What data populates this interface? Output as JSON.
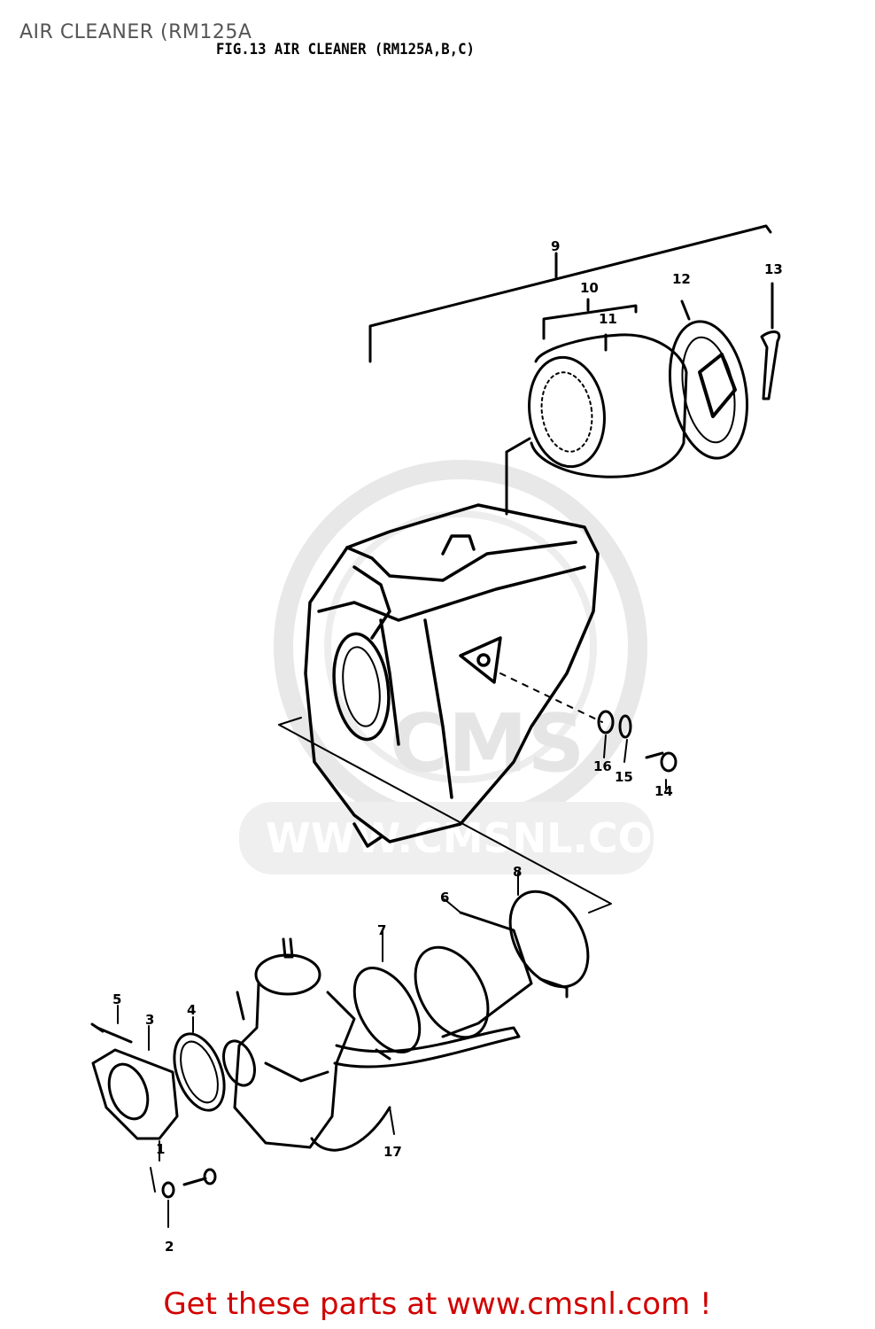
{
  "page_title": "AIR CLEANER (RM125A",
  "figure_title": "FIG.13  AIR CLEANER (RM125A,B,C)",
  "callouts": {
    "c1": "1",
    "c2": "2",
    "c3": "3",
    "c4": "4",
    "c5": "5",
    "c6": "6",
    "c7": "7",
    "c8": "8",
    "c9": "9",
    "c10": "10",
    "c11": "11",
    "c12": "12",
    "c13": "13",
    "c14": "14",
    "c15": "15",
    "c16": "16",
    "c17": "17"
  },
  "watermark": {
    "site": "WWW.CMSNL.COM",
    "logo": "CMS"
  },
  "footer": {
    "link_text": "Get these parts at www.cmsnl.com !",
    "color": "#d10000"
  }
}
